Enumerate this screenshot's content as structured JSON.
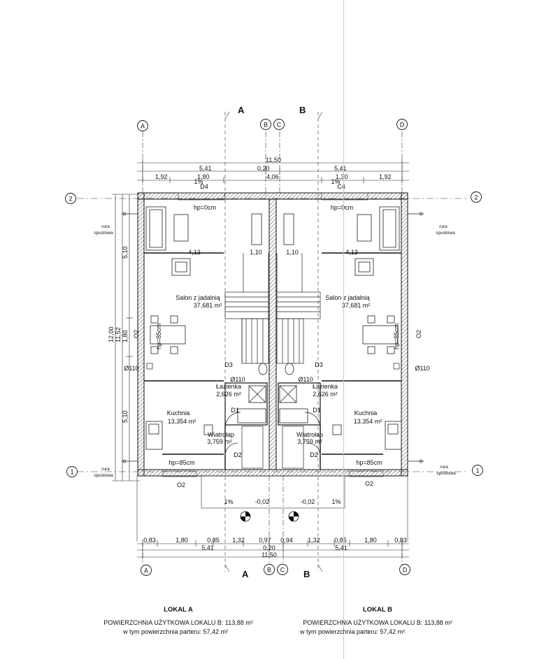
{
  "axes": {
    "a": "A",
    "b": "B",
    "c": "C",
    "d": "D",
    "n1": "1",
    "n2": "2"
  },
  "sections": {
    "a": "A",
    "b": "B"
  },
  "dims_top": {
    "total": "11,50",
    "l_541": "5,41",
    "r_541": "5,41",
    "mid_020": "0,20",
    "l_192": "1,92",
    "l_180": "1,80",
    "r_130": "1,30",
    "r_192": "1,92",
    "mid_406": "4,06"
  },
  "dims_bottom": {
    "v083a": "0,83",
    "v180a": "1,80",
    "v085a": "0,85",
    "v132a": "1,32",
    "v097": "0,97",
    "v094": "0,94",
    "v132b": "1,32",
    "v085b": "0,85",
    "v180b": "1,80",
    "v083b": "0,83",
    "l_541": "5,41",
    "r_541": "5,41",
    "mid_020": "0,20",
    "total": "11,50"
  },
  "dims_left": {
    "v510a": "5,10",
    "v180": "1,80",
    "v510b": "5,10",
    "v1200": "12,00",
    "v1152": "11,52"
  },
  "dims_inner": {
    "v413a": "4,13",
    "v110a": "1,10",
    "v110b": "1,10",
    "v413b": "4,13"
  },
  "rooms": {
    "salon_a": "Salon z jadalnią",
    "salon_a_area": "37,681 m²",
    "salon_b": "Salon z jadalnią",
    "salon_b_area": "37,681 m²",
    "lazienka_a": "Łazienka",
    "lazienka_a_area": "2,626 m²",
    "lazienka_b": "Łazienka",
    "lazienka_b_area": "2,626 m²",
    "kuchnia_a": "Kuchnia",
    "kuchnia_a_area": "13,354 m²",
    "kuchnia_b": "Kuchnia",
    "kuchnia_b_area": "13,354 m²",
    "wiatrolap_a": "Wiatrołap",
    "wiatrolap_a_area": "3,759 m²",
    "wiatrolap_b": "Wiatrołap",
    "wiatrolap_b_area": "3,759 m²"
  },
  "tags": {
    "d4": "D4",
    "c4": "C4",
    "d1a": "D1",
    "d1b": "D1",
    "d2a": "D2",
    "d2b": "D2",
    "d3a": "D3",
    "d3b": "D3",
    "o2a": "O2",
    "o2b": "O2",
    "o2c": "O2",
    "o2d": "O2",
    "hp0a": "hp=0cm",
    "hp0b": "hp=0cm",
    "hp85a": "hp=85cm",
    "hp85b": "hp=85cm",
    "hp85c": "hp=85cm",
    "hp85d": "hp=85cm",
    "phi110a": "Ø110",
    "phi110b": "Ø110",
    "phi110c": "Ø110",
    "phi110d": "Ø110",
    "slope1a": "1%",
    "slope1b": "1%",
    "slope1c": "1%",
    "slope1d": "1%",
    "lev_a": "-0,02",
    "lev_b": "-0,02",
    "rura": "rura",
    "spustowa": "spustowa"
  },
  "footer": {
    "a_title": "LOKAL A",
    "a_line1": "POWIERZCHNIA UŻYTKOWA LOKALU B: 113,88 m²",
    "a_line2": "w tym powierzchnia parteru: 57,42 m²",
    "b_title": "LOKAL B",
    "b_line1": "POWIERZCHNIA UŻYTKOWA LOKALU B: 113,88 m²",
    "b_line2": "w tym powierzchnia parteru: 57,42 m²"
  }
}
